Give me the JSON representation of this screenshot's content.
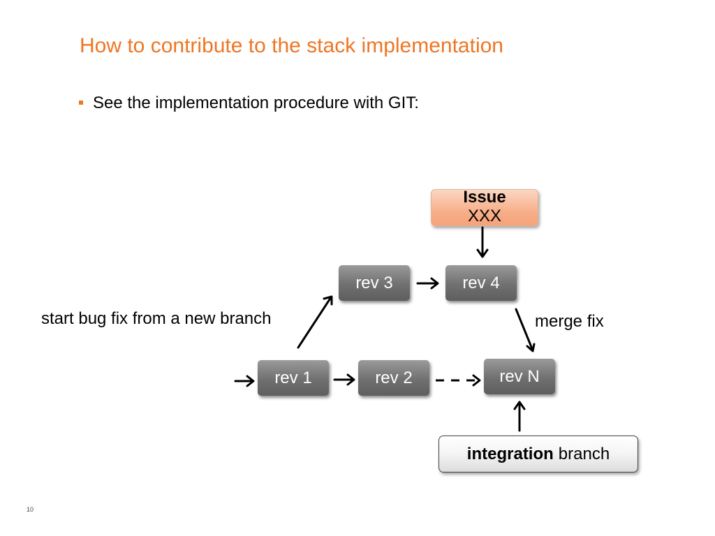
{
  "slide": {
    "title": "How to contribute to the stack implementation",
    "bullet": "See the implementation procedure with GIT:",
    "page_number": "10"
  },
  "diagram": {
    "issue": {
      "title": "Issue",
      "subtitle": "XXX"
    },
    "nodes": {
      "rev1": "rev 1",
      "rev2": "rev 2",
      "rev3": "rev 3",
      "rev4": "rev 4",
      "revN": "rev N"
    },
    "integration": {
      "bold": "integration",
      "rest": "branch"
    },
    "labels": {
      "branch_note": "start bug fix from a new branch",
      "merge_note": "merge fix"
    }
  },
  "colors": {
    "accent": "#ee7624",
    "node": "#707070",
    "issue": "#f7b08a"
  }
}
